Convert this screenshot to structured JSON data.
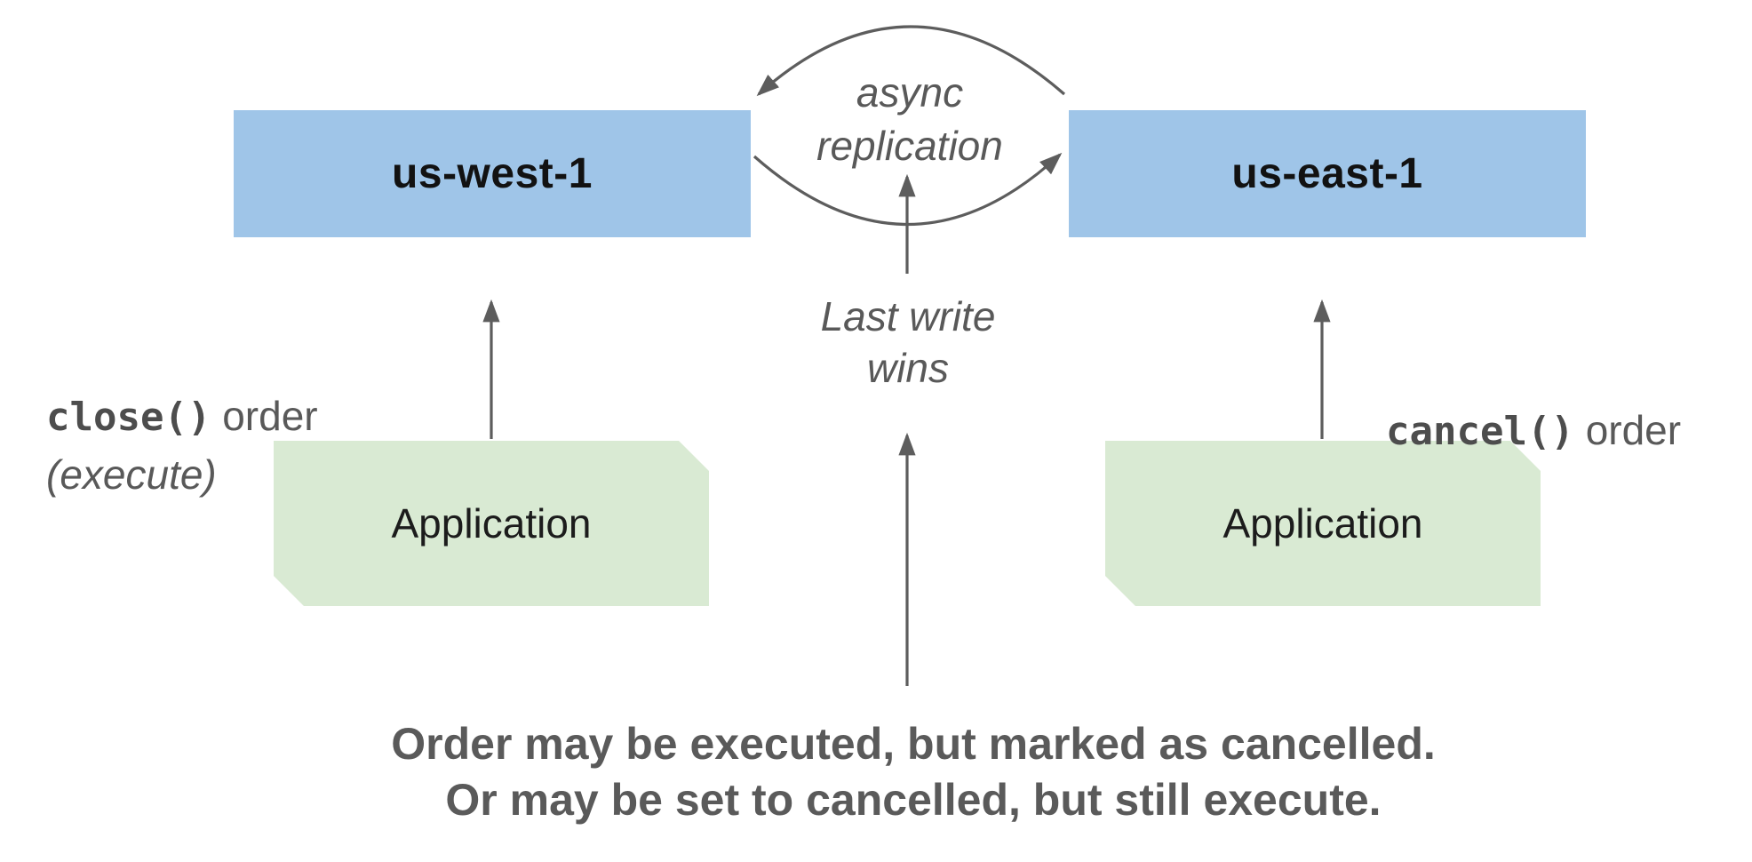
{
  "regions": {
    "west": {
      "label": "us-west-1"
    },
    "east": {
      "label": "us-east-1"
    }
  },
  "apps": {
    "west": {
      "label": "Application"
    },
    "east": {
      "label": "Application"
    }
  },
  "replication_label": {
    "line1": "async",
    "line2": "replication"
  },
  "conflict_label": {
    "line1": "Last write",
    "line2": "wins"
  },
  "west_op": {
    "code": "close()",
    "rest": " order",
    "note": "(execute)"
  },
  "east_op": {
    "code": "cancel()",
    "rest": " order"
  },
  "caption": {
    "line1": "Order may be executed, but marked as cancelled.",
    "line2": "Or may be set to cancelled, but still execute."
  },
  "colors": {
    "region_fill": "#9fc5e8",
    "app_fill": "#d9ead3",
    "arrow": "#5d5d5d",
    "text_gray": "#595959"
  }
}
